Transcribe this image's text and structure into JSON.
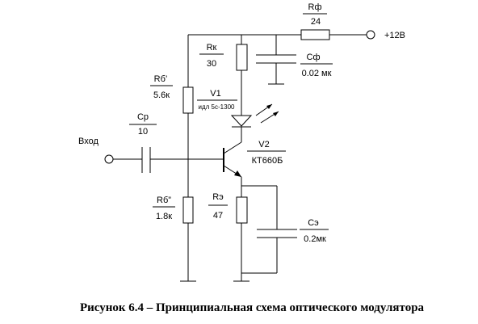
{
  "supply_label": "+12В",
  "input_label": "Вход",
  "components": {
    "rf": {
      "name": "Rф",
      "value": "24"
    },
    "rk": {
      "name": "Rк",
      "value": "30"
    },
    "cf": {
      "name": "Cф",
      "value": "0.02 мк"
    },
    "rb1": {
      "name": "Rб’",
      "value": "5.6к"
    },
    "v1": {
      "name": "V1",
      "value": "идл 5с-1300"
    },
    "cp": {
      "name": "Cр",
      "value": "10"
    },
    "v2": {
      "name": "V2",
      "value": "КТ660Б"
    },
    "rb2": {
      "name": "Rб”",
      "value": "1.8к"
    },
    "re": {
      "name": "Rэ",
      "value": "47"
    },
    "ce": {
      "name": "Cэ",
      "value": "0.2мк"
    }
  },
  "caption": "Рисунок 6.4 – Принципиальная схема оптического модулятора"
}
